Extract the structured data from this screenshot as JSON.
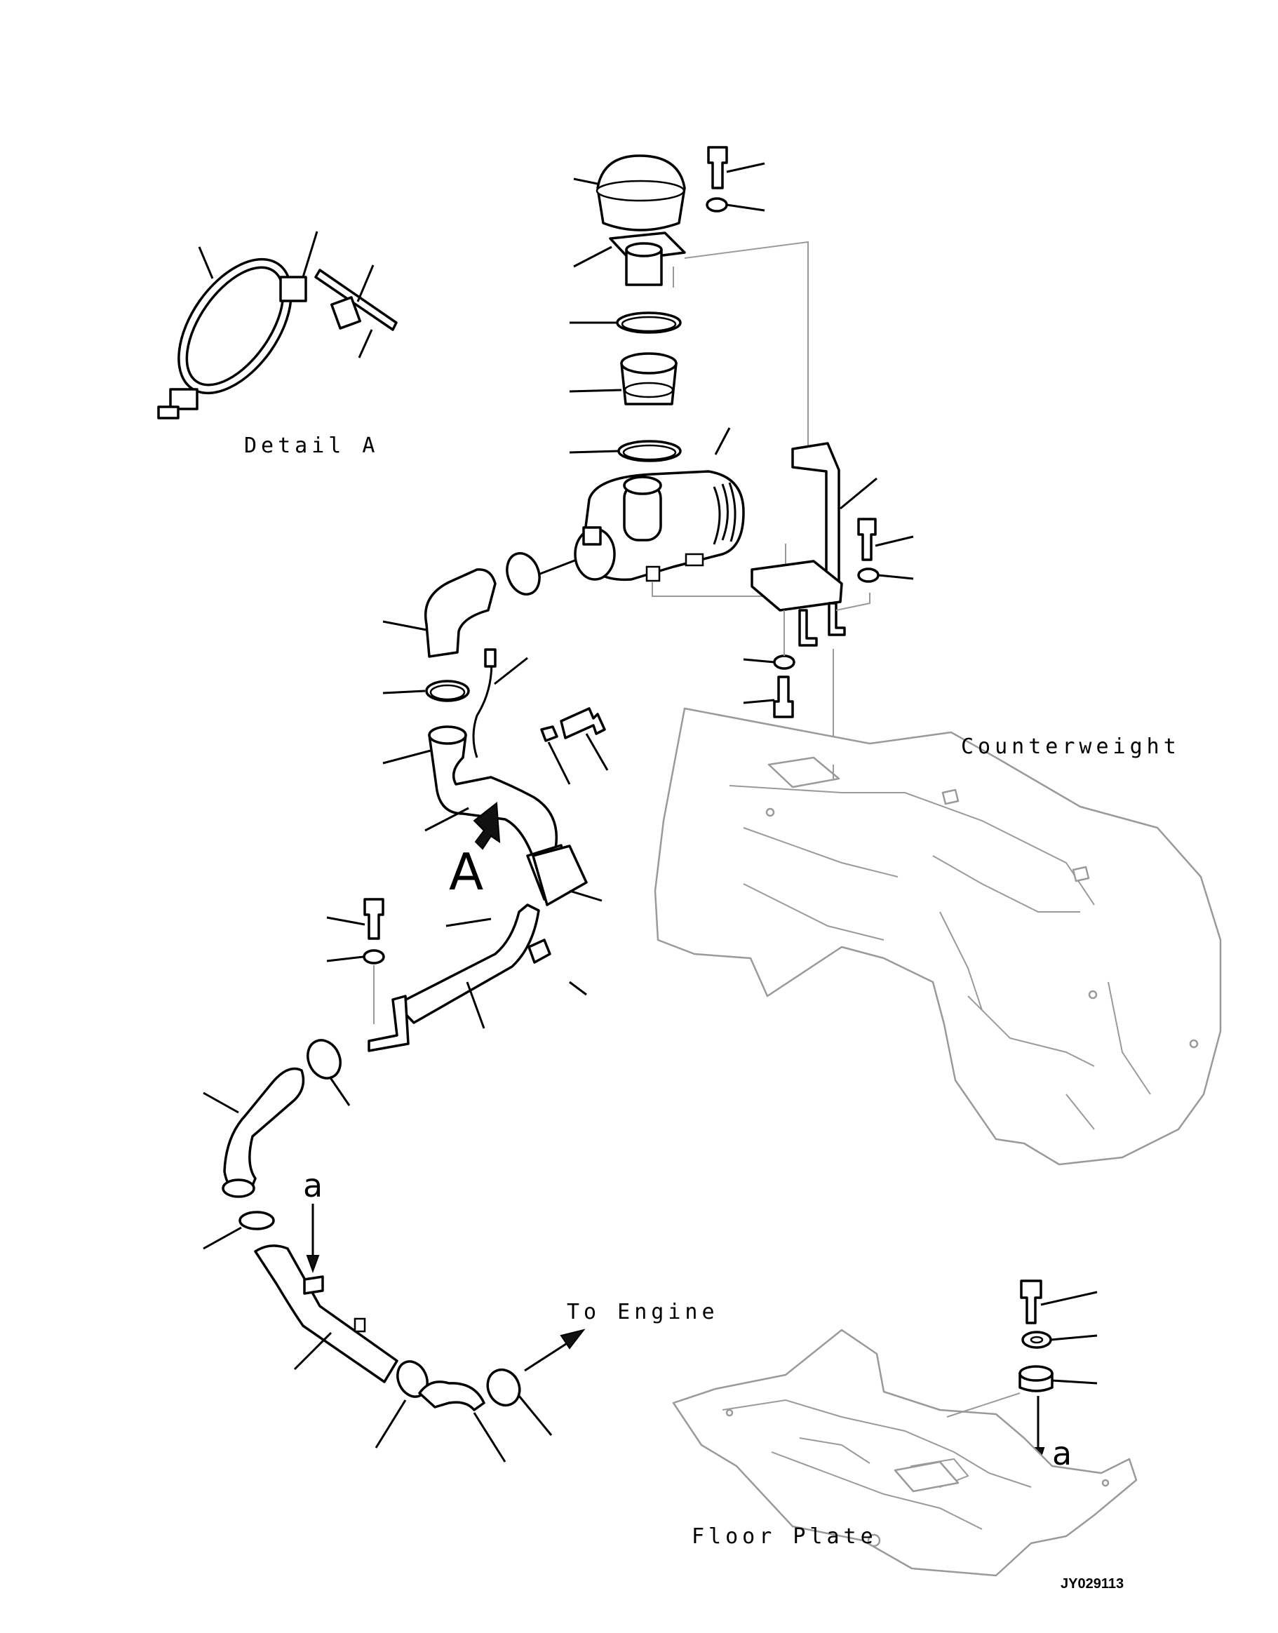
{
  "labels": {
    "detail_a": "Detail A",
    "counterweight": "Counterweight",
    "to_engine": "To Engine",
    "floor_plate": "Floor Plate",
    "view_a": "A",
    "arrow_a_top": "a",
    "arrow_a_bottom": "a",
    "drawing_code": "JY029113"
  },
  "colors": {
    "line": "#000000",
    "ghost": "#9a9a9a",
    "background": "#ffffff"
  }
}
